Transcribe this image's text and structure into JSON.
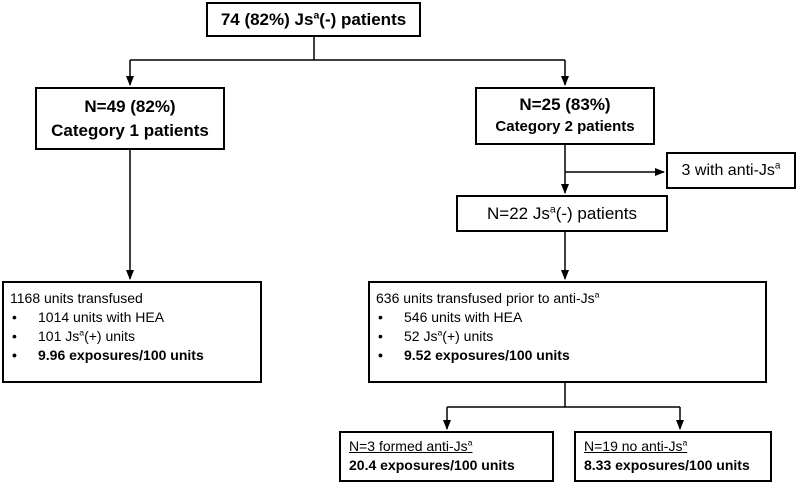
{
  "root": {
    "count": "74 (82%) Js",
    "sup": "a",
    "rest": "(-) patients"
  },
  "cat1": {
    "n": "N=49 (82%)",
    "label": "Category 1 patients"
  },
  "cat2": {
    "n": "N=25 (83%)",
    "label": "Category 2 patients"
  },
  "side": {
    "text": "3 with anti-Js",
    "sup": "a"
  },
  "cat2_neg": {
    "text": "N=22 Js",
    "sup": "a",
    "rest": "(-) patients"
  },
  "box1": {
    "title": "1168 units transfused",
    "bullet": "•",
    "hea": "1014 units with HEA",
    "pos_pre": "101 Js",
    "pos_sup": "a",
    "pos_post": "(+) units",
    "exposures": "9.96 exposures/100 units"
  },
  "box2": {
    "title": "636 units transfused prior to anti-Js",
    "title_sup": "a",
    "bullet": "•",
    "hea": "546 units with HEA",
    "pos_pre": "52 Js",
    "pos_sup": "a",
    "pos_post": "(+) units",
    "exposures": "9.52 exposures/100 units"
  },
  "leaf_formed": {
    "label": "N=3 formed anti-Js",
    "sup": "a",
    "exposures": "20.4 exposures/100 units"
  },
  "leaf_none": {
    "label": "N=19 no anti-Js",
    "sup": "a",
    "exposures": "8.33 exposures/100 units"
  }
}
